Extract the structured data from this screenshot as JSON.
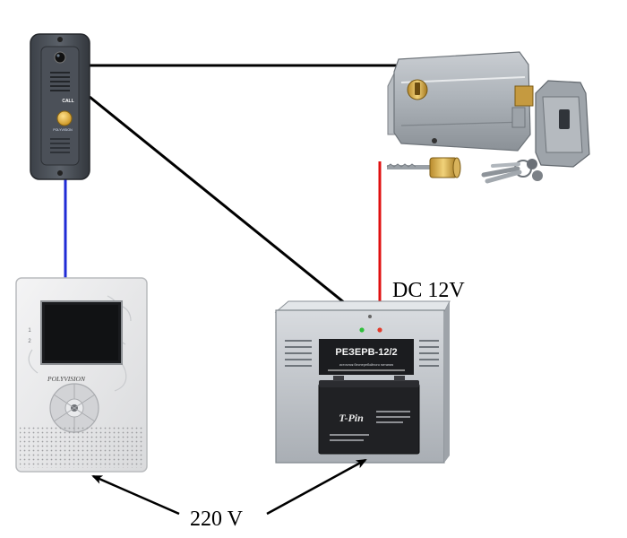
{
  "diagram": {
    "call_panel": {
      "call_label": "CALL",
      "brand_label": "POLYVISION"
    },
    "monitor": {
      "brand_label": "POLYVISION",
      "side_numbers": [
        "1",
        "2"
      ]
    },
    "power_supply": {
      "model_label": "РЕЗЕРВ-12/2",
      "subtitle_label": "источник бесперебойного питания",
      "battery_brand": "T-Pin"
    },
    "labels": {
      "dc_voltage": "DC 12V",
      "ac_voltage": "220 V"
    },
    "wire_colors": {
      "signal": "#000000",
      "monitor_link": "#1f2bd6",
      "power_to_lock": "#e01010",
      "arrows": "#000000"
    }
  }
}
